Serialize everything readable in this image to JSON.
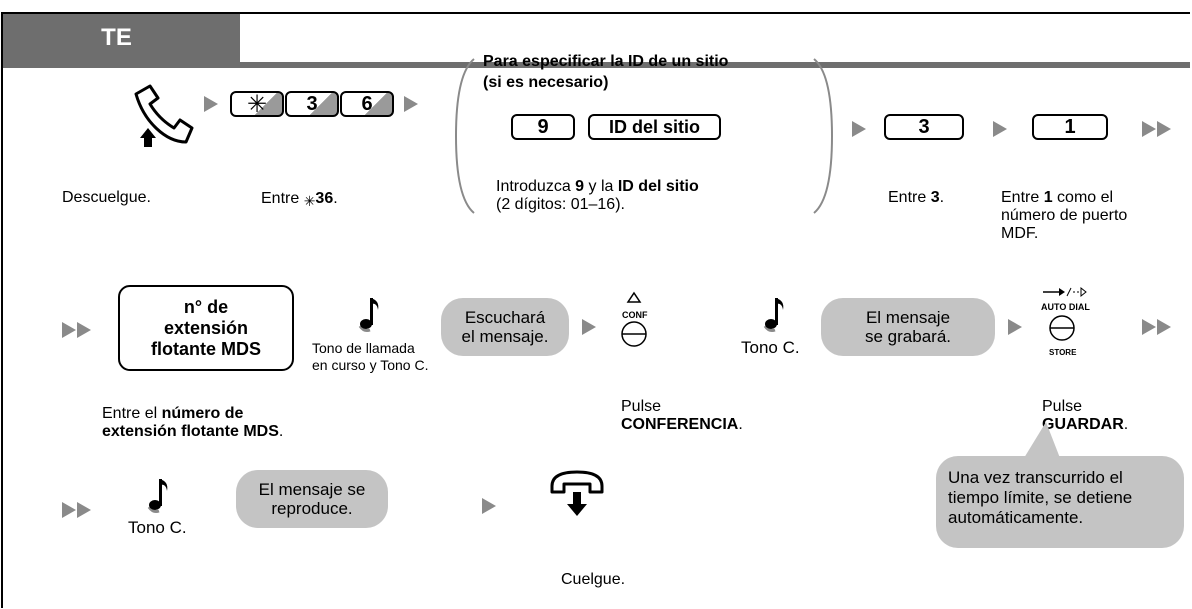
{
  "tab_label": "TE",
  "row1": {
    "site_id_title": "Para especificar la ID de un sitio\n(si es necesario)",
    "keys_feature": [
      "✳",
      "3",
      "6"
    ],
    "key_nine": "9",
    "key_site_id": "ID del sitio",
    "key_three": "3",
    "key_one": "1",
    "caption_offhook": "Descuelgue.",
    "caption_enter_pre": "Entre ",
    "caption_enter_star": "✳",
    "caption_enter_code": "36",
    "caption_enter_post": ".",
    "site_instr_pre": "Introduzca ",
    "site_instr_nine": "9",
    "site_instr_mid": " y la ",
    "site_instr_id": "ID del sitio",
    "site_instr_line2": "(2 dígitos: 01–16).",
    "caption3_pre": "Entre ",
    "caption3_num": "3",
    "caption3_post": ".",
    "caption1_pre": "Entre ",
    "caption1_num": "1",
    "caption1_post": " como el\nnúmero de puerto\nMDF."
  },
  "row2": {
    "mds_box": "n° de\nextensión\nflotante MDS",
    "tone_ringback": "Tono de llamada\nen curso y Tono C.",
    "bubble_hear": "Escuchará\nel mensaje.",
    "conf_label": "CONF",
    "tone_c": "Tono C.",
    "bubble_record": "El mensaje\nse grabará.",
    "autodial_label": "AUTO DIAL",
    "store_label": "STORE",
    "caption_mds_pre": "Entre el ",
    "caption_mds_bold": "número de\nextensión flotante MDS",
    "caption_mds_post": ".",
    "caption_conf_pre": "Pulse",
    "caption_conf_bold": "CONFERENCIA",
    "caption_conf_post": ".",
    "caption_store_pre": "Pulse",
    "caption_store_bold": "GUARDAR",
    "caption_store_post": ".",
    "callout": "Una vez transcurrido el\ntiempo límite, se detiene\nautomáticamente."
  },
  "row3": {
    "tone_c": "Tono C.",
    "bubble_play": "El mensaje se\nreproduce.",
    "caption_onhook": "Cuelgue."
  },
  "colors": {
    "tab": "#6e6e6e",
    "bubble": "#c4c4c4",
    "arrow": "#8a8a8a"
  }
}
